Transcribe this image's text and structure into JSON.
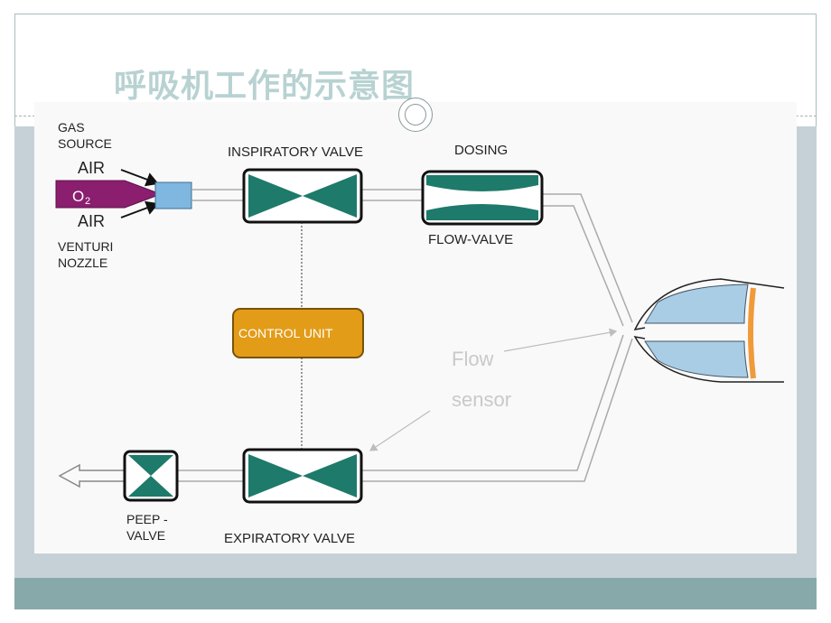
{
  "slide": {
    "title": "呼吸机工作的示意图"
  },
  "diagram": {
    "labels": {
      "gas_source_line1": "GAS",
      "gas_source_line2": "SOURCE",
      "air_top": "AIR",
      "o2": "O",
      "o2_sub": "2",
      "air_bottom": "AIR",
      "venturi_line1": "VENTURI",
      "venturi_line2": "NOZZLE",
      "inspiratory_valve": "INSPIRATORY VALVE",
      "dosing": "DOSING",
      "flow_valve": "FLOW-VALVE",
      "control_unit": "CONTROL UNIT",
      "peep_line1": "PEEP -",
      "peep_line2": "VALVE",
      "expiratory_valve": "EXPIRATORY VALVE"
    },
    "annotation": {
      "line1": "Flow",
      "line2": "sensor"
    },
    "colors": {
      "valve_fill": "#1e7a6a",
      "control_unit": "#e39c18",
      "o2_nozzle": "#8b1e6e",
      "venturi_box": "#7fb7e0",
      "lung": "#a9cde4",
      "pleura": "#f09a3a"
    }
  }
}
